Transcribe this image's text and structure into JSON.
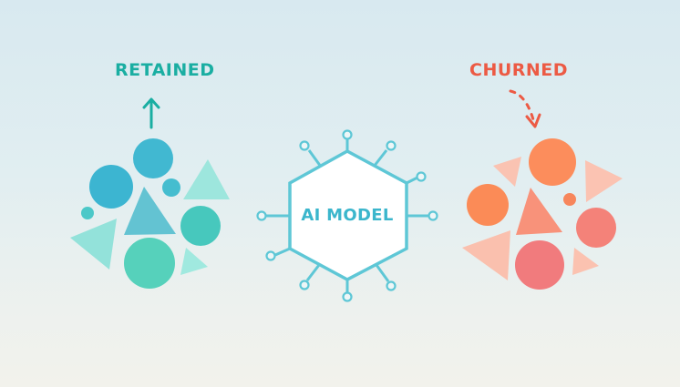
{
  "labels": {
    "retained": "RETAINED",
    "churned": "CHURNED",
    "model": "AI MODEL"
  },
  "colors": {
    "retained_text": "#1aaea2",
    "churned_text": "#ec5a44",
    "model_stroke": "#5ec7d6",
    "model_text": "#3bb6cc",
    "background_top": "#d8e9f0",
    "background_bottom": "#f2f2ec"
  },
  "groups": {
    "retained": {
      "arrow": "solid-up-arrow",
      "shapes": [
        "circle",
        "circle",
        "circle",
        "circle",
        "circle",
        "circle",
        "triangle",
        "triangle",
        "triangle",
        "triangle"
      ]
    },
    "churned": {
      "arrow": "dashed-curved-down-arrow",
      "shapes": [
        "circle",
        "circle",
        "circle",
        "circle",
        "circle",
        "triangle",
        "triangle",
        "triangle",
        "triangle",
        "triangle"
      ]
    }
  }
}
